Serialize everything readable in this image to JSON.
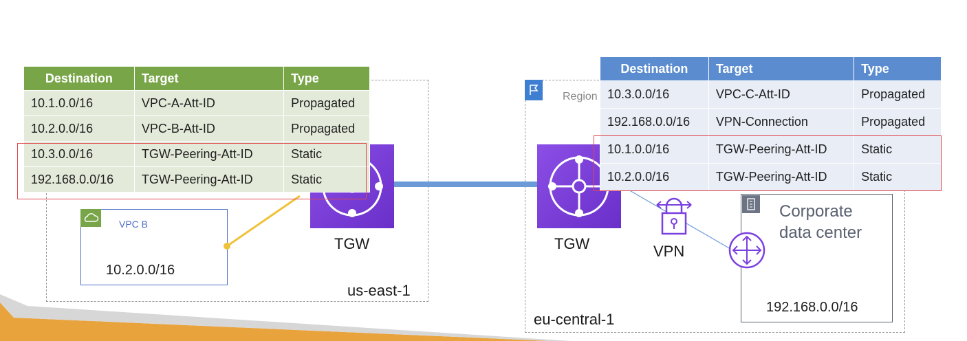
{
  "left_region": {
    "name": "us-east-1"
  },
  "right_region": {
    "name": "eu-central-1",
    "tag": "Region"
  },
  "left_table": {
    "headers": [
      "Destination",
      "Target",
      "Type"
    ],
    "rows": [
      [
        "10.1.0.0/16",
        "VPC-A-Att-ID",
        "Propagated"
      ],
      [
        "10.2.0.0/16",
        "VPC-B-Att-ID",
        "Propagated"
      ],
      [
        "10.3.0.0/16",
        "TGW-Peering-Att-ID",
        "Static"
      ],
      [
        "192.168.0.0/16",
        "TGW-Peering-Att-ID",
        "Static"
      ]
    ]
  },
  "right_table": {
    "headers": [
      "Destination",
      "Target",
      "Type"
    ],
    "rows": [
      [
        "10.3.0.0/16",
        "VPC-C-Att-ID",
        "Propagated"
      ],
      [
        "192.168.0.0/16",
        "VPN-Connection",
        "Propagated"
      ],
      [
        "10.1.0.0/16",
        "TGW-Peering-Att-ID",
        "Static"
      ],
      [
        "10.2.0.0/16",
        "TGW-Peering-Att-ID",
        "Static"
      ]
    ]
  },
  "vpc_b": {
    "name": "VPC B",
    "cidr": "10.2.0.0/16"
  },
  "tgw_left": {
    "label": "TGW"
  },
  "tgw_right": {
    "label": "TGW"
  },
  "vpn": {
    "label": "VPN"
  },
  "datacenter": {
    "name_line1": "Corporate",
    "name_line2": "data center",
    "cidr": "192.168.0.0/16"
  },
  "colors": {
    "green_header": "#78a548",
    "green_row": "#e3ead9",
    "blue_header": "#5b8ccf",
    "blue_row": "#e8edf6",
    "highlight": "#e0474c",
    "tgw_purple": "#7a3fe0",
    "peering_line": "#6a9bd8",
    "vpc_line": "#f0c23b",
    "accent_orange": "#e8a33d"
  }
}
